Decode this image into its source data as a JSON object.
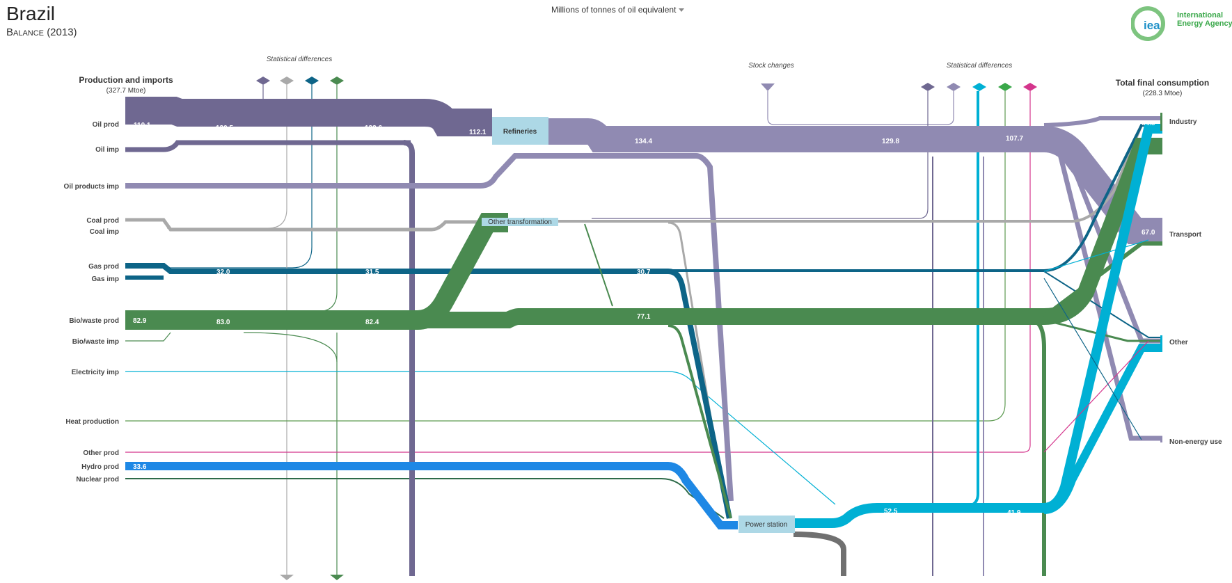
{
  "header": {
    "title": "Brazil",
    "subtitle": "Balance (2013)",
    "units_label": "Millions of tonnes of oil equivalent",
    "logo_text_line1": "International",
    "logo_text_line2": "Energy Agency",
    "logo_mark": "iea"
  },
  "colors": {
    "oil": "#6f6891",
    "oil_products": "#908ab2",
    "coal": "#a9a9a9",
    "gas": "#0d6487",
    "bio": "#4a8a50",
    "electricity": "#00b0d4",
    "heat": "#5c9a4f",
    "other": "#d4358c",
    "hydro": "#1e88e5",
    "nuclear": "#2e6b4a",
    "node": "#add8e6",
    "loss": "#707070"
  },
  "column_headers": {
    "left_title": "Production and imports",
    "left_sub": "(327.7 Mtoe)",
    "right_title": "Total final consumption",
    "right_sub": "(228.3 Mtoe)",
    "stat_diff_1": "Statistical differences",
    "stock_changes": "Stock  changes",
    "stat_diff_2": "Statistical differences"
  },
  "sources": [
    "Oil prod",
    "Oil imp",
    "Oil products imp",
    "Coal prod",
    "Coal imp",
    "Gas prod",
    "Gas imp",
    "Bio/waste prod",
    "Bio/waste imp",
    "Electricity imp",
    "Heat production",
    "Other prod",
    "Hydro prod",
    "Nuclear prod"
  ],
  "sinks": [
    "Industry",
    "Transport",
    "Other",
    "Non-energy use"
  ],
  "nodes": {
    "refineries": "Refineries",
    "other_transformation": "Other transformation",
    "power_station": "Power station"
  },
  "flow_values": {
    "oil_1": "110.1",
    "oil_2": "130.5",
    "oil_3": "132.6",
    "oil_4": "112.1",
    "oilp_1": "134.4",
    "oilp_2": "129.8",
    "oilp_3": "107.7",
    "gas_1": "32.0",
    "gas_2": "31.5",
    "gas_3": "30.7",
    "bio_1": "82.9",
    "bio_2": "83.0",
    "bio_3": "82.4",
    "bio_4": "77.1",
    "hydro_1": "33.6",
    "elec_1": "52.5",
    "elec_2": "41.9",
    "industry_in": "34.8",
    "transport_in": "67.0"
  }
}
